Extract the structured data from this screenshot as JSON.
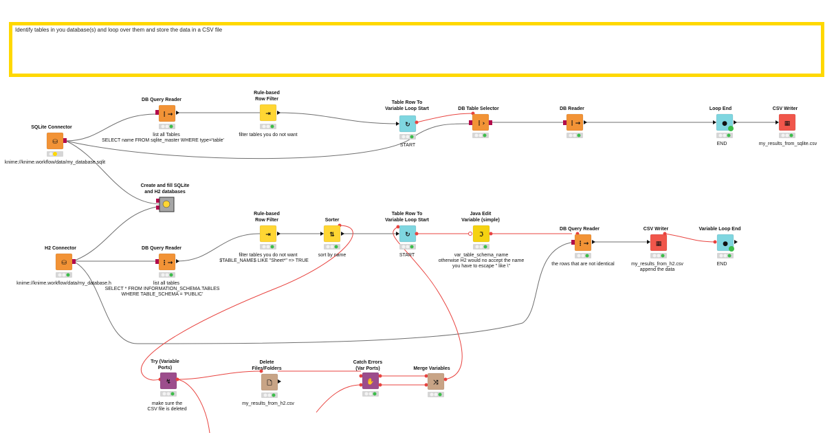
{
  "annotation": {
    "text": "Identify tables in you database(s) and loop over them and store the data in a CSV file",
    "border_color": "#ffd800"
  },
  "colors": {
    "source": "#f29336",
    "manipulator": "#ffd633",
    "loop": "#7fd6e0",
    "writer": "#f0564b",
    "flow_control": "#9c4d8c",
    "misc": "#c8a486",
    "component": "#a6a6a6",
    "variable": "#f5d211"
  },
  "nodes": {
    "sqlite_connector": {
      "title": "SQLite Connector",
      "label": "knime://knime.workflow/data/my_database.sqlit",
      "icon": "db-connector-icon"
    },
    "db_query_reader_1": {
      "title": "DB Query Reader",
      "label1": "list all Tables",
      "label2": "SELECT name FROM sqlite_master WHERE type='table'",
      "icon": "db-query-icon"
    },
    "rule_filter_1": {
      "title1": "Rule-based",
      "title2": "Row Filter",
      "label": "filter tables you do not want",
      "icon": "row-filter-icon"
    },
    "loop_start_1": {
      "title1": "Table Row To",
      "title2": "Variable Loop Start",
      "label": "START",
      "icon": "loop-start-icon"
    },
    "db_table_selector": {
      "title": "DB Table Selector",
      "icon": "db-table-icon"
    },
    "db_reader": {
      "title": "DB Reader",
      "icon": "db-reader-icon"
    },
    "loop_end_1": {
      "title": "Loop End",
      "label": "END",
      "icon": "loop-end-icon"
    },
    "csv_writer_1": {
      "title": "CSV Writer",
      "label": "my_results_from_sqlite.csv",
      "icon": "csv-writer-icon"
    },
    "component": {
      "title1": "Create and fill SQLite",
      "title2": "and H2 databases",
      "icon": "component-icon"
    },
    "h2_connector": {
      "title": "H2 Connector",
      "label": "knime://knime.workflow/data/my_database.h",
      "icon": "db-connector-icon"
    },
    "db_query_reader_2": {
      "title": "DB Query Reader",
      "label1": "list all tables",
      "label2": "SELECT * FROM INFORMATION_SCHEMA.TABLES",
      "label3": "WHERE TABLE_SCHEMA = 'PUBLIC'",
      "icon": "db-query-icon"
    },
    "rule_filter_2": {
      "title1": "Rule-based",
      "title2": "Row Filter",
      "label1": "filter tables you do not want",
      "label2": "$TABLE_NAME$ LIKE \"Sheet*\" => TRUE",
      "icon": "row-filter-icon"
    },
    "sorter": {
      "title": "Sorter",
      "label": "sort by name",
      "icon": "sort-icon"
    },
    "loop_start_2": {
      "title1": "Table Row To",
      "title2": "Variable Loop Start",
      "label": "START",
      "icon": "loop-start-icon"
    },
    "java_edit_var": {
      "title1": "Java Edit",
      "title2": "Variable (simple)",
      "label1": "var_table_schema_name",
      "label2": "otherwise H2 would no accept the name",
      "label3": "you have to escape \" like \\\"",
      "icon": "java-icon"
    },
    "db_query_reader_3": {
      "title": "DB Query Reader",
      "label": "the rows that are not identical",
      "icon": "db-query-icon"
    },
    "csv_writer_2": {
      "title": "CSV Writer",
      "label1": "my_results_from_h2.csv",
      "label2": "append the data",
      "icon": "csv-writer-icon"
    },
    "var_loop_end": {
      "title": "Variable Loop End",
      "label": "END",
      "icon": "loop-end-icon"
    },
    "try_var": {
      "title1": "Try (Variable",
      "title2": "Ports)",
      "label1": "make sure the",
      "label2": "CSV file is deleted",
      "icon": "try-icon"
    },
    "delete_files": {
      "title1": "Delete",
      "title2": "Files/Folders",
      "label": "my_results_from_h2.csv",
      "icon": "delete-file-icon"
    },
    "catch_errors": {
      "title1": "Catch Errors",
      "title2": "(Var Ports)",
      "icon": "catch-icon"
    },
    "merge_vars": {
      "title": "Merge Variables",
      "icon": "merge-icon"
    }
  }
}
